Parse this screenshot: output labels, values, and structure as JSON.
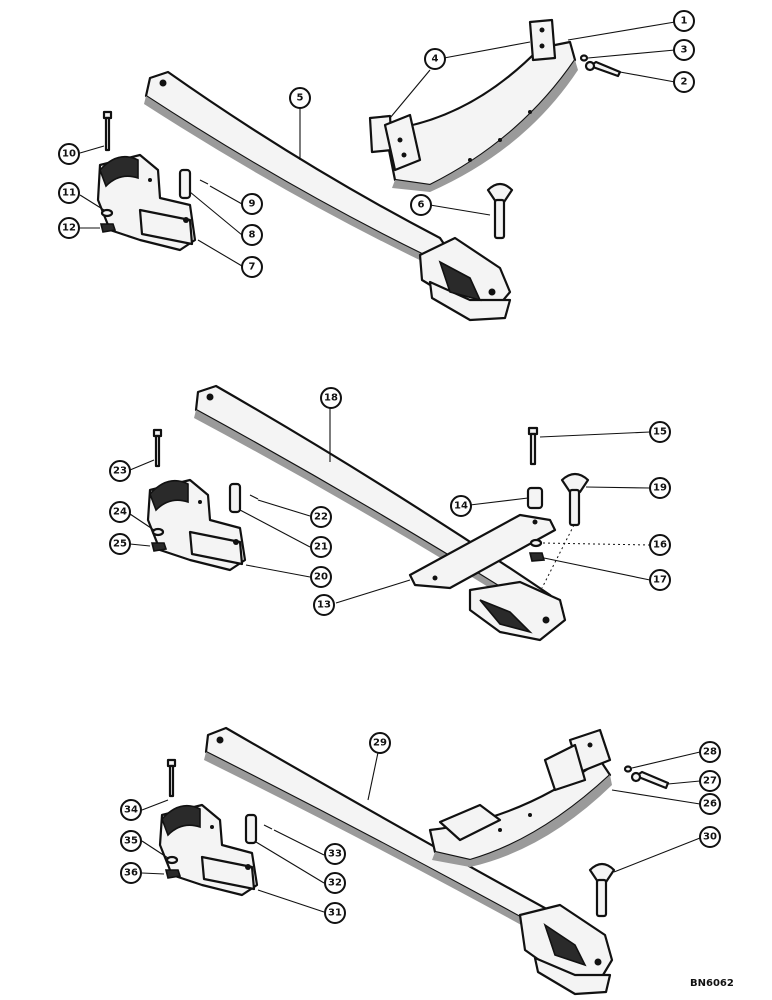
{
  "drawing": {
    "code": "BN6062",
    "callouts": [
      {
        "label": "1"
      },
      {
        "label": "2"
      },
      {
        "label": "3"
      },
      {
        "label": "4"
      },
      {
        "label": "5"
      },
      {
        "label": "6"
      },
      {
        "label": "7"
      },
      {
        "label": "8"
      },
      {
        "label": "9"
      },
      {
        "label": "10"
      },
      {
        "label": "11"
      },
      {
        "label": "12"
      },
      {
        "label": "13"
      },
      {
        "label": "14"
      },
      {
        "label": "15"
      },
      {
        "label": "16"
      },
      {
        "label": "17"
      },
      {
        "label": "18"
      },
      {
        "label": "19"
      },
      {
        "label": "20"
      },
      {
        "label": "21"
      },
      {
        "label": "22"
      },
      {
        "label": "23"
      },
      {
        "label": "24"
      },
      {
        "label": "25"
      },
      {
        "label": "26"
      },
      {
        "label": "27"
      },
      {
        "label": "28"
      },
      {
        "label": "29"
      },
      {
        "label": "30"
      },
      {
        "label": "31"
      },
      {
        "label": "32"
      },
      {
        "label": "33"
      },
      {
        "label": "34"
      },
      {
        "label": "35"
      },
      {
        "label": "36"
      }
    ]
  }
}
